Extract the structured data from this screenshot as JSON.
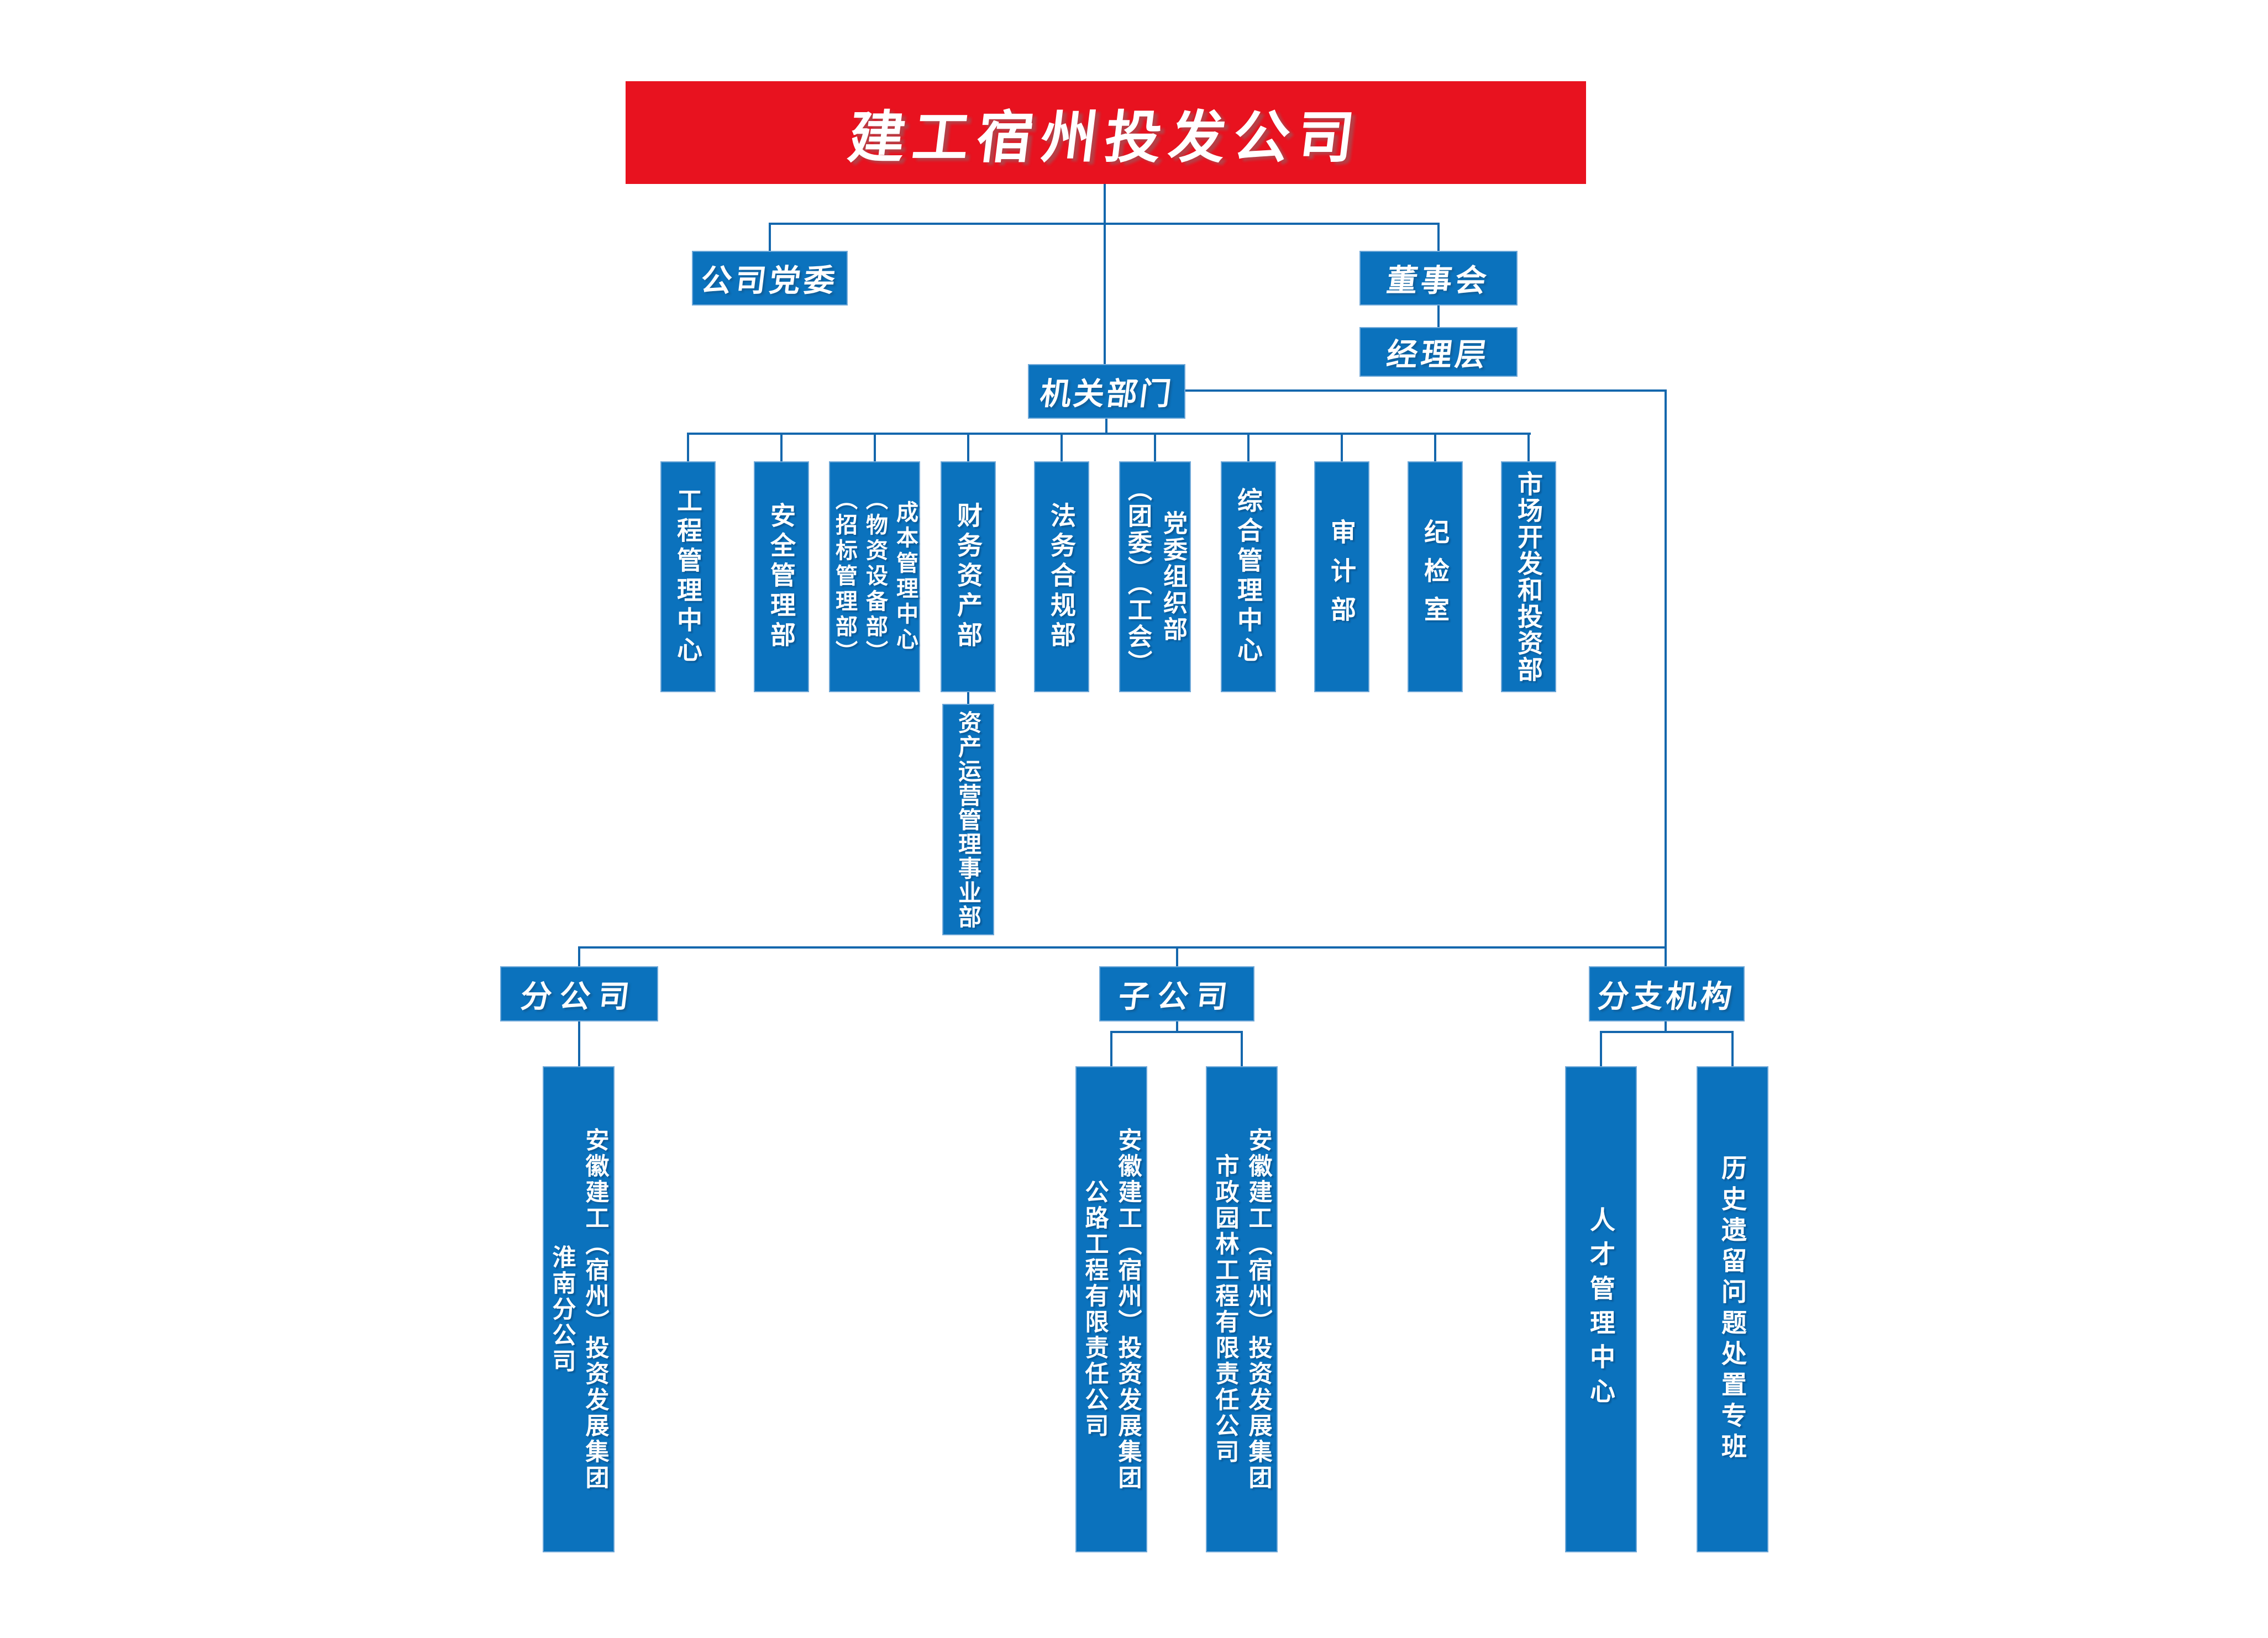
{
  "page_title": "建工宿州投发公司组织架构图",
  "colors": {
    "banner_red": "#e8121f",
    "box_blue": "#0b72bd",
    "box_border_light_blue": "#6fa8d8",
    "connector_blue": "#1467ad",
    "text_white": "#ffffff"
  },
  "org": {
    "root": {
      "name": "建工宿州投发公司"
    },
    "party_committee": {
      "name": "公司党委"
    },
    "board": {
      "name": "董事会"
    },
    "management_layer": {
      "name": "经理层"
    },
    "organ_departments": {
      "label": "机关部门",
      "items": [
        {
          "name": "工程管理中心",
          "lines": [
            "工程管理中心"
          ]
        },
        {
          "name": "安全管理部",
          "lines": [
            "安全管理部"
          ]
        },
        {
          "name": "成本管理中心（物资设备部）（招标管理部）",
          "lines": [
            "成本管理中心",
            "（物资设备部）",
            "（招标管理部）"
          ]
        },
        {
          "name": "财务资产部",
          "lines": [
            "财务资产部"
          ]
        },
        {
          "name": "法务合规部",
          "lines": [
            "法务合规部"
          ]
        },
        {
          "name": "党委组织部（团委）（工会）",
          "lines": [
            "党委组织部",
            "（团委）（工会）"
          ]
        },
        {
          "name": "综合管理中心",
          "lines": [
            "综合管理中心"
          ]
        },
        {
          "name": "审计部",
          "lines": [
            "审计部"
          ]
        },
        {
          "name": "纪检室",
          "lines": [
            "纪检室"
          ]
        },
        {
          "name": "市场开发和投资部",
          "lines": [
            "市场开发和投资部"
          ]
        }
      ]
    },
    "asset_operation_division": {
      "name": "资产运营管理事业部",
      "lines": [
        "资产运营管理事业部"
      ]
    },
    "branch_company": {
      "label": "分公司",
      "children": [
        {
          "name": "安徽建工（宿州）投资发展集团淮南分公司",
          "lines": [
            "安徽建工（宿州）投资发展集团",
            "淮南分公司"
          ]
        }
      ]
    },
    "subsidiaries": {
      "label": "子公司",
      "children": [
        {
          "name": "安徽建工（宿州）投资发展集团公路工程有限责任公司",
          "lines": [
            "安徽建工（宿州）投资发展集团",
            "公路工程有限责任公司"
          ]
        },
        {
          "name": "安徽建工（宿州）投资发展集团市政园林工程有限责任公司",
          "lines": [
            "安徽建工（宿州）投资发展集团",
            "市政园林工程有限责任公司"
          ]
        }
      ]
    },
    "branch_institutions": {
      "label": "分支机构",
      "children": [
        {
          "name": "人才管理中心",
          "lines": [
            "人才管理中心"
          ]
        },
        {
          "name": "历史遗留问题处置专班",
          "lines": [
            "历史遗留问题处置专班"
          ]
        }
      ]
    }
  }
}
